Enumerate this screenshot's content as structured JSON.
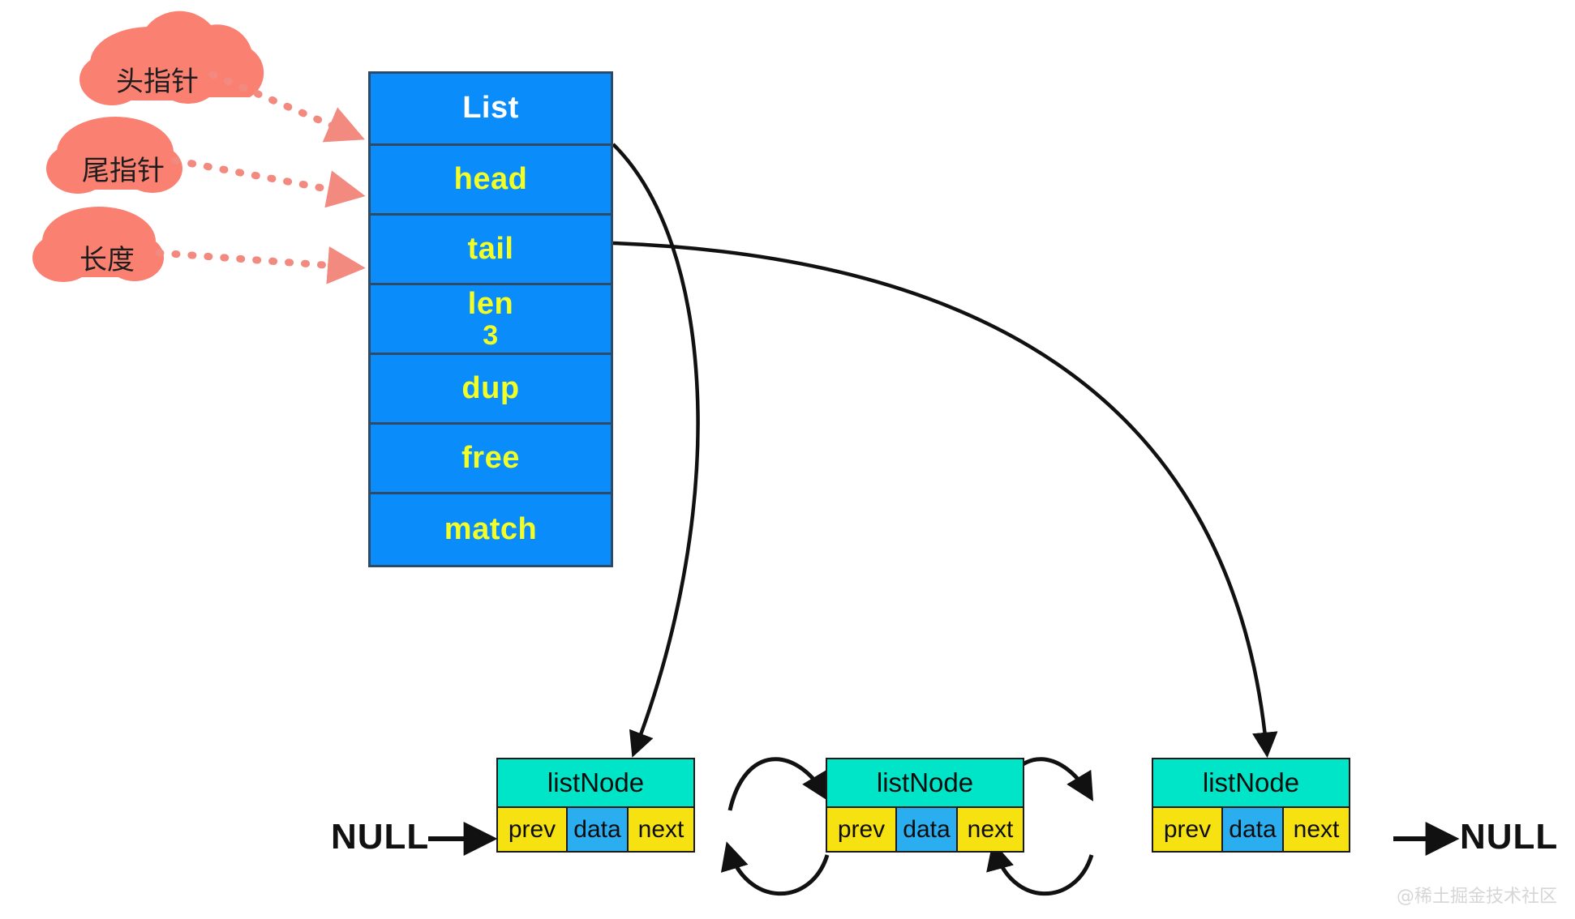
{
  "diagram": {
    "title": "Doubly linked list (List struct and listNode chain)",
    "colors": {
      "cloud": "#fa8072",
      "cloud_arrow": "#f28a80",
      "list_fill": "#0a8cfa",
      "list_border": "#2d4a66",
      "list_label": "#f2ff26",
      "list_title_label": "#ffffff",
      "node_header": "#00e5c8",
      "node_pointer_cell": "#f7e211",
      "node_data_cell": "#2baef0",
      "node_border": "#1a1a1a",
      "arrow": "#111111",
      "background": "#ffffff",
      "watermark": "#d6d6d6"
    }
  },
  "clouds": [
    {
      "label": "头指针",
      "name": "head-pointer"
    },
    {
      "label": "尾指针",
      "name": "tail-pointer"
    },
    {
      "label": "长度",
      "name": "length"
    }
  ],
  "list_struct": {
    "title": "List",
    "rows": [
      {
        "label": "List",
        "value": ""
      },
      {
        "label": "head",
        "value": ""
      },
      {
        "label": "tail",
        "value": ""
      },
      {
        "label": "len",
        "value": "3"
      },
      {
        "label": "dup",
        "value": ""
      },
      {
        "label": "free",
        "value": ""
      },
      {
        "label": "match",
        "value": ""
      }
    ]
  },
  "nodes": [
    {
      "header": "listNode",
      "prev": "prev",
      "data": "data",
      "next": "next"
    },
    {
      "header": "listNode",
      "prev": "prev",
      "data": "data",
      "next": "next"
    },
    {
      "header": "listNode",
      "prev": "prev",
      "data": "data",
      "next": "next"
    }
  ],
  "terminators": {
    "left": "NULL",
    "right": "NULL"
  },
  "watermark": "@稀土掘金技术社区"
}
